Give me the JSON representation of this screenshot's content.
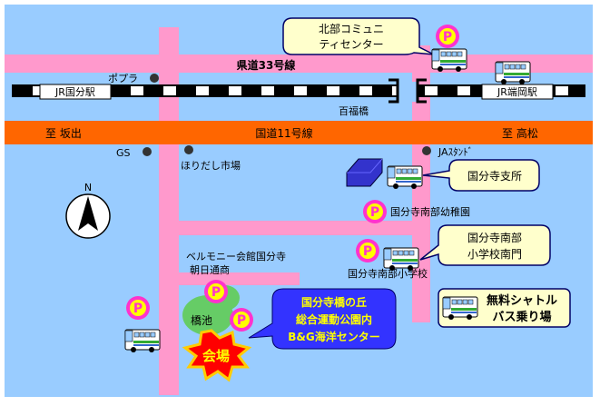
{
  "colors": {
    "land": "#99ccff",
    "road_pink": "#ff99cc",
    "route11": "#ff6600",
    "rail": "#000000",
    "parking": "#ff33cc",
    "parking_text": "#ffff00",
    "callout_yellow": "#ffffcc",
    "navy": "#000066",
    "building": "#3333cc",
    "lake": "#66cc66",
    "burst_red": "#ff0000",
    "burst_yellow": "#ffcc00"
  },
  "roads": {
    "route33": "県道33号線",
    "route11": "国道11号線",
    "to_sakaide": "至 坂出",
    "to_takamatsu": "至 高松",
    "asahi_dori": "朝日通商"
  },
  "stations": {
    "kokubu": "JR国分駅",
    "hashioka": "JR端岡駅"
  },
  "places": {
    "popura": "ポプラ",
    "momofuku_bridge": "百福橋",
    "gs": "GS",
    "horidashi": "ほりだし市場",
    "ja_stand": "JAｽﾀﾝﾄﾞ",
    "kindergarten": "国分寺南部幼稚園",
    "belmonie": "ベルモニー会館国分寺",
    "elementary": "国分寺南部小学校",
    "lake": "橋池"
  },
  "callouts": {
    "hokubu_line1": "北部コミュニ",
    "hokubu_line2": "ティセンター",
    "branch": "国分寺支所",
    "south_gate_line1": "国分寺南部",
    "south_gate_line2": "小学校南門",
    "venue_line1": "国分寺橋の丘",
    "venue_line2": "総合運動公園内",
    "venue_line3": "B&G海洋センター",
    "venue": "会場"
  },
  "legend": {
    "line1": "無料シャトル",
    "line2": "バス乗り場"
  },
  "compass": {
    "north": "N"
  },
  "icons": {
    "parking_mark": "P"
  }
}
